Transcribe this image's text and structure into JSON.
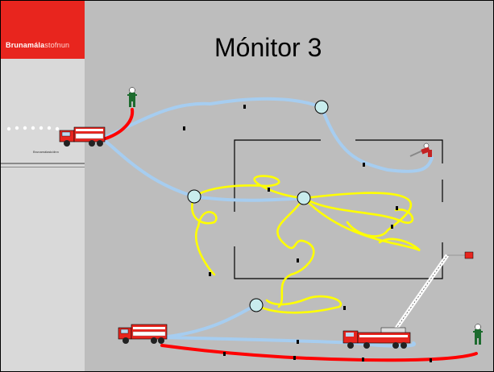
{
  "slide": {
    "title": "Mónitor 3",
    "brand_bold": "Brunamála",
    "brand_light": "stofnun",
    "dept_caption": "Brunamálaskólinn"
  },
  "colors": {
    "background": "#bdbdbd",
    "left_panel": "#d9d9d9",
    "brand_red": "#e8251e",
    "hose_blue": "#a6cdf0",
    "hose_yellow": "#ffff00",
    "hose_red": "#ff0000"
  },
  "icons": [
    "fire-truck-icon",
    "firefighter-icon",
    "ladder-truck-icon",
    "hose-nozzle-icon"
  ]
}
